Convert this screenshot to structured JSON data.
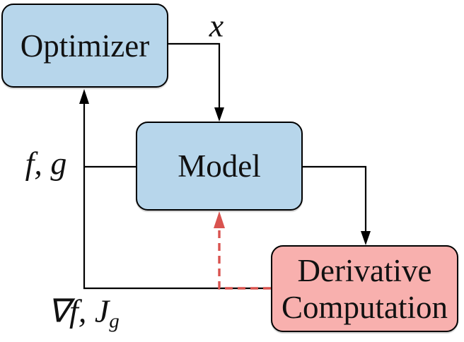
{
  "colors": {
    "node_blue": "#b7d6eb",
    "node_pink": "#f8b0ae",
    "edge_red": "#d9534f",
    "edge_black": "#000000"
  },
  "nodes": {
    "optimizer": {
      "label": "Optimizer"
    },
    "model": {
      "label": "Model"
    },
    "derivative_computation": {
      "label_line1": "Derivative",
      "label_line2": "Computation"
    }
  },
  "edge_labels": {
    "design_variables": "x",
    "objective_constraints": "f, g",
    "derivatives_main": "∇f, J",
    "derivatives_subscript": "g"
  }
}
